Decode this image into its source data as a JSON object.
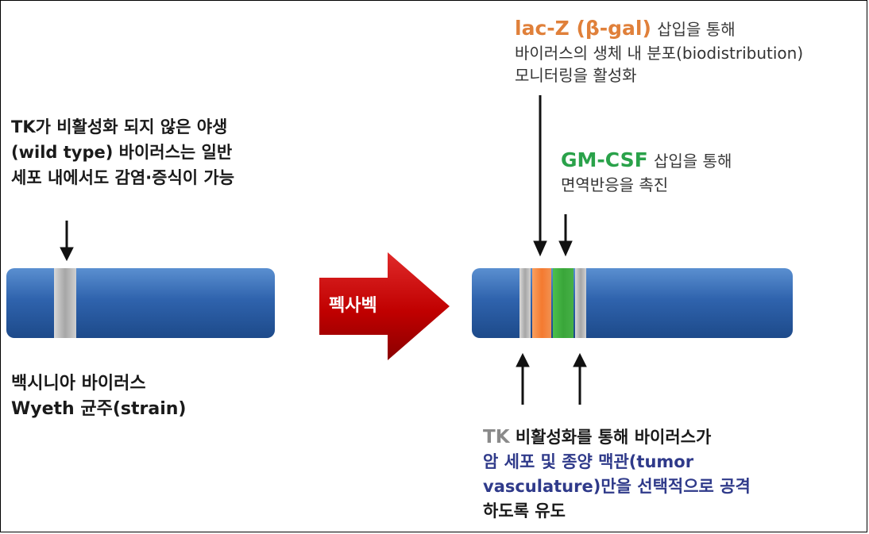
{
  "left_text": {
    "line1": "TK가 비활성화 되지 않은 야생",
    "line2": "(wild type) 바이러스는 일반",
    "line3": "세포 내에서도 감염·증식이 가능"
  },
  "left_label": {
    "line1": "백시니아 바이러스",
    "line2": "Wyeth 균주(strain)"
  },
  "center_arrow": {
    "label": "펙사벡"
  },
  "lacz": {
    "title": "lac-Z (β-gal)",
    "suffix": "삽입을 통해",
    "line2": "바이러스의 생체 내 분포(biodistribution)",
    "line3": "모니터링을 활성화"
  },
  "gmcsf": {
    "title": "GM-CSF",
    "suffix": "삽입을 통해",
    "line2": "면역반응을 촉진"
  },
  "tk": {
    "prefix": "TK",
    "line1_rest": "비활성화를 통해 바이러스가",
    "line2": "암 세포 및 종양 맥관(tumor",
    "line3": "vasculature)만을 선택적으로 공격",
    "line4": "하도록 유도"
  },
  "colors": {
    "bar_blue": "#2f63ad",
    "arrow_red": "#c00000",
    "lacz_orange": "#f47a30",
    "gmcsf_green": "#3aa63a",
    "tk_gray": "#a6a6a6"
  }
}
